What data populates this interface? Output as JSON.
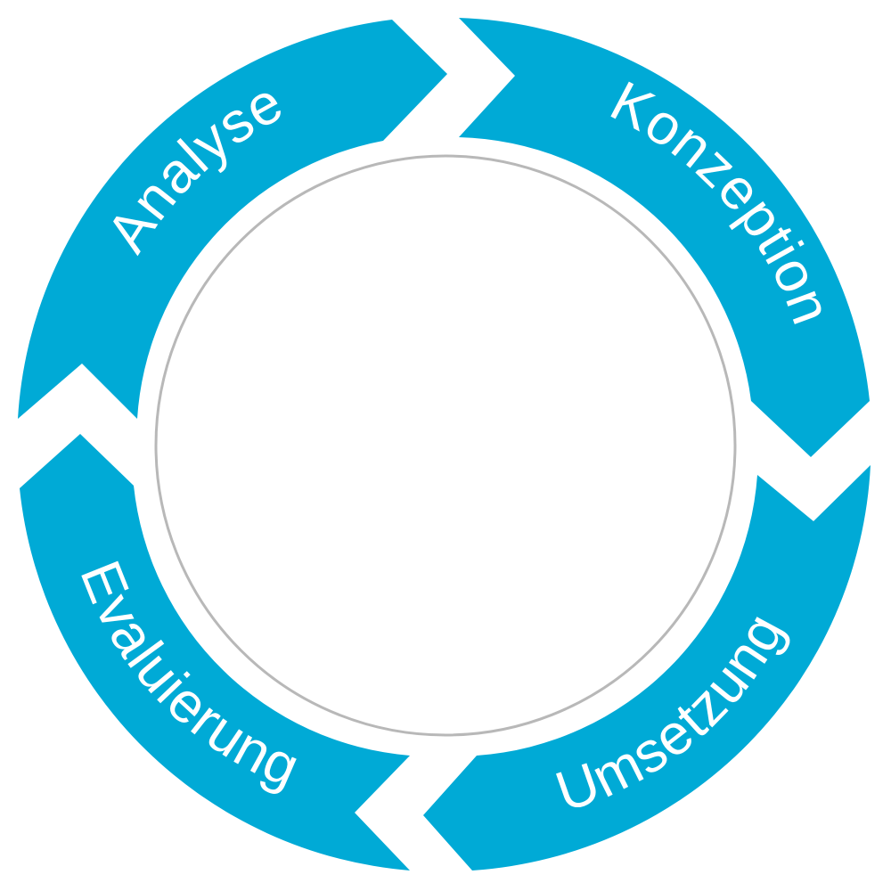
{
  "colors": {
    "accent": "#00aad6",
    "inner_ring_stroke": "#b8b8b8",
    "label_text": "#ffffff",
    "background": "#ffffff"
  },
  "cycle": {
    "segments": [
      {
        "id": "analyse",
        "label": "Analyse"
      },
      {
        "id": "konzeption",
        "label": "Konzeption"
      },
      {
        "id": "umsetzung",
        "label": "Umsetzung"
      },
      {
        "id": "evaluierung",
        "label": "Evaluierung"
      }
    ]
  }
}
